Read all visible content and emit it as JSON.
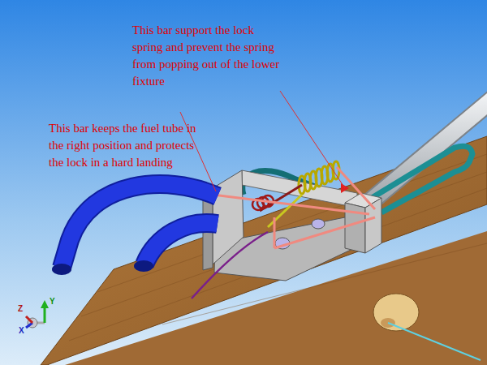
{
  "diagram": {
    "labels": [
      "This bar support the lock spring and prevent the spring from popping out of the lower fixture",
      "This bar keeps the fuel tube in the right position and protects the lock in a hard landing",
      "Z",
      "Y",
      "X"
    ]
  }
}
